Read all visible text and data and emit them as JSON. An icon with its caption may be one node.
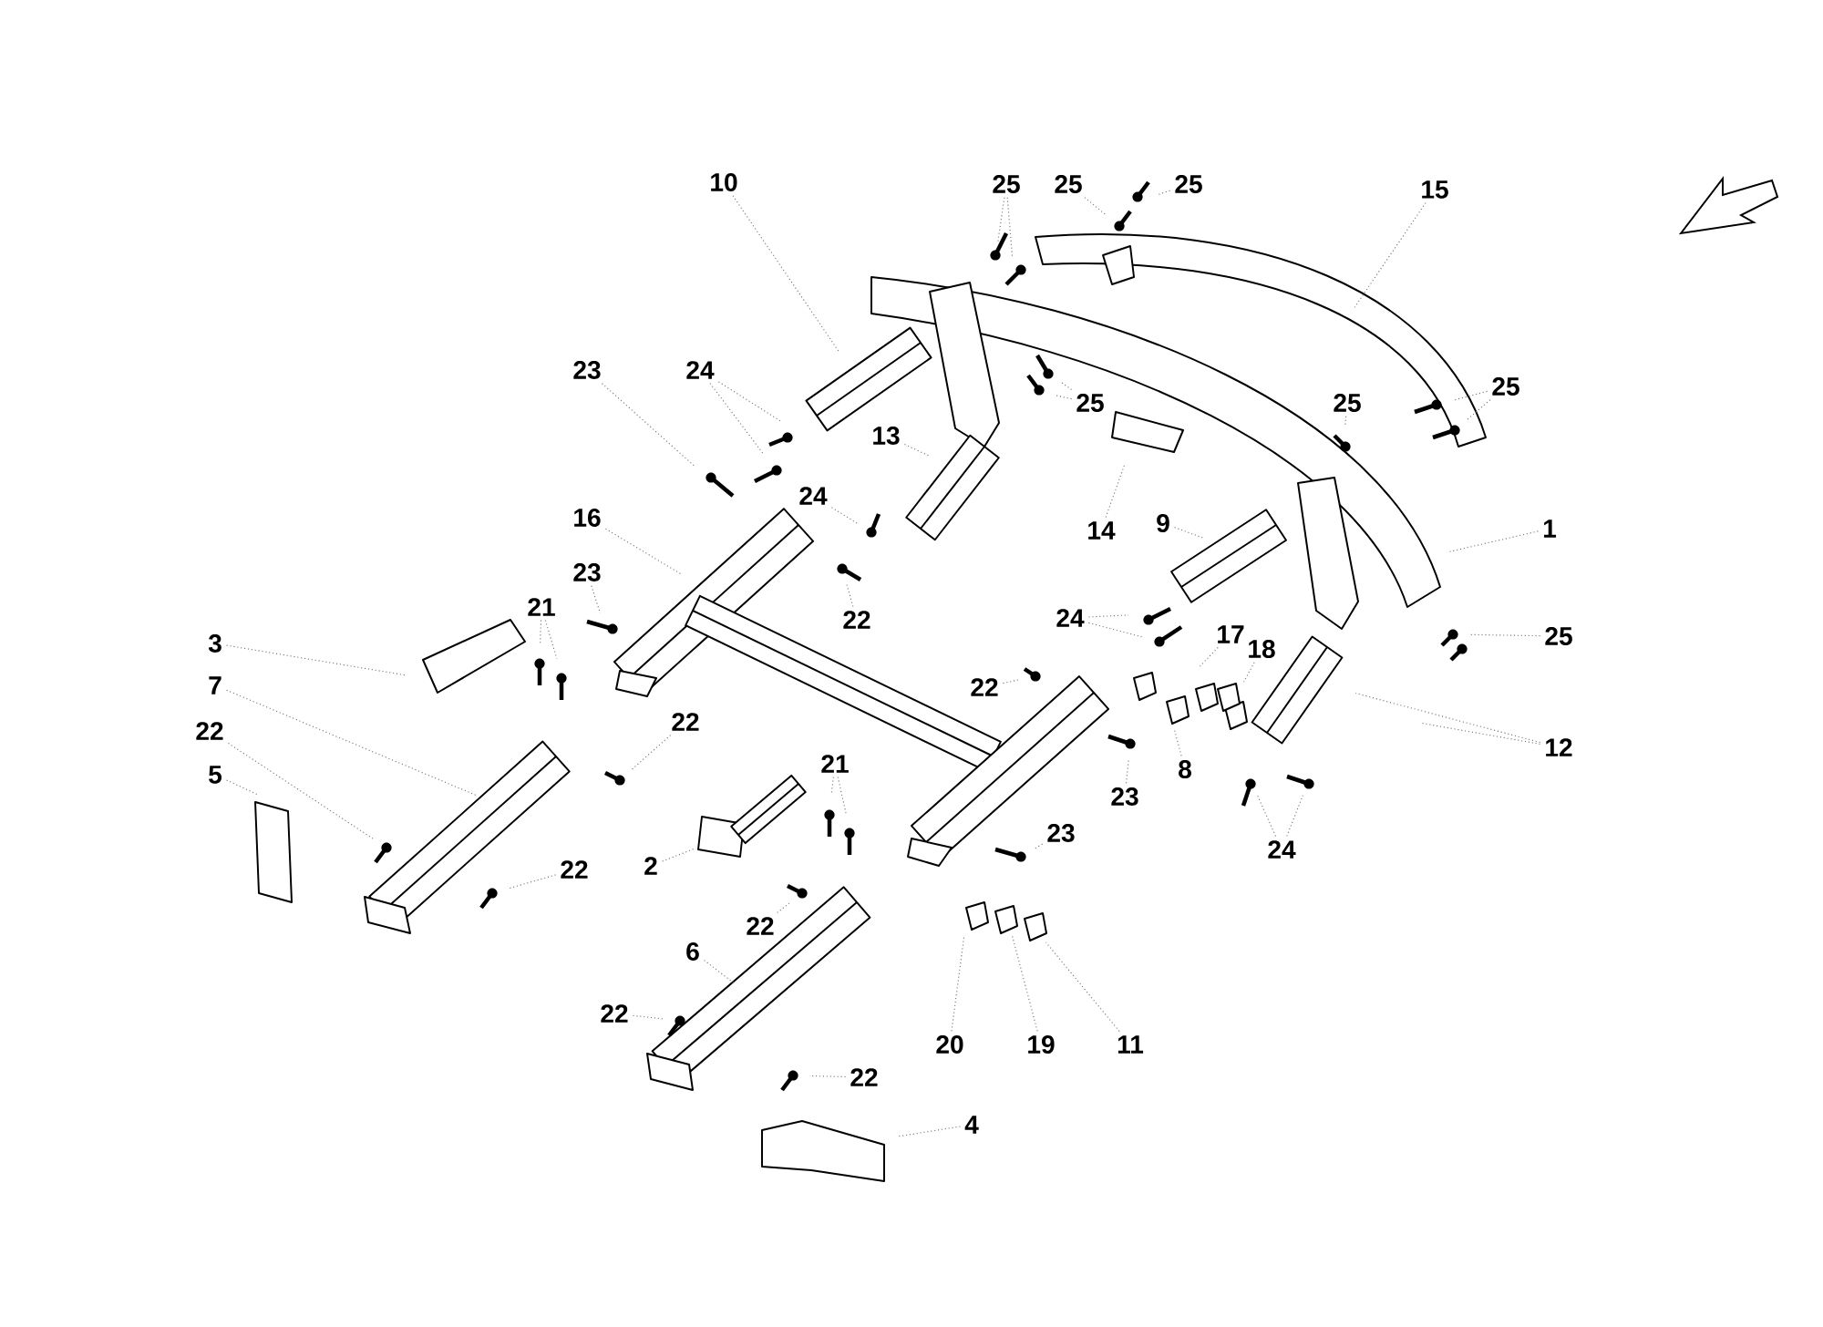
{
  "diagram": {
    "nodes": [
      {
        "text": [
          "10"
        ]
      },
      {
        "text": [
          "25"
        ]
      },
      {
        "text": [
          "25"
        ]
      },
      {
        "text": [
          "25"
        ]
      },
      {
        "text": [
          "15"
        ]
      },
      {
        "text": [
          "23"
        ]
      },
      {
        "text": [
          "24"
        ]
      },
      {
        "text": [
          "25"
        ]
      },
      {
        "text": [
          "13"
        ]
      },
      {
        "text": [
          "25"
        ]
      },
      {
        "text": [
          "25"
        ]
      },
      {
        "text": [
          "24"
        ]
      },
      {
        "text": [
          "16"
        ]
      },
      {
        "text": [
          "14"
        ]
      },
      {
        "text": [
          "9"
        ]
      },
      {
        "text": [
          "1"
        ]
      },
      {
        "text": [
          "23"
        ]
      },
      {
        "text": [
          "21"
        ]
      },
      {
        "text": [
          "22"
        ]
      },
      {
        "text": [
          "24"
        ]
      },
      {
        "text": [
          "3"
        ]
      },
      {
        "text": [
          "7"
        ]
      },
      {
        "text": [
          "17"
        ]
      },
      {
        "text": [
          "18"
        ]
      },
      {
        "text": [
          "25"
        ]
      },
      {
        "text": [
          "22"
        ]
      },
      {
        "text": [
          "22"
        ]
      },
      {
        "text": [
          "22"
        ]
      },
      {
        "text": [
          "8"
        ]
      },
      {
        "text": [
          "12"
        ]
      },
      {
        "text": [
          "5"
        ]
      },
      {
        "text": [
          "23"
        ]
      },
      {
        "text": [
          "21"
        ]
      },
      {
        "text": [
          "24"
        ]
      },
      {
        "text": [
          "2"
        ]
      },
      {
        "text": [
          "23"
        ]
      },
      {
        "text": [
          "22"
        ]
      },
      {
        "text": [
          "22"
        ]
      },
      {
        "text": [
          "6"
        ]
      },
      {
        "text": [
          "22"
        ]
      },
      {
        "text": [
          "20"
        ]
      },
      {
        "text": [
          "19"
        ]
      },
      {
        "text": [
          "11"
        ]
      },
      {
        "text": [
          "22"
        ]
      },
      {
        "text": [
          "4"
        ]
      }
    ],
    "edges": [
      {
        "from": 0,
        "to": null,
        "arrow": "none"
      },
      {
        "from": 1,
        "to": null,
        "arrow": "none"
      },
      {
        "from": 1,
        "to": null,
        "arrow": "none"
      },
      {
        "from": 2,
        "to": null,
        "arrow": "none"
      },
      {
        "from": 3,
        "to": null,
        "arrow": "none"
      },
      {
        "from": 4,
        "to": null,
        "arrow": "none"
      },
      {
        "from": 5,
        "to": null,
        "arrow": "none"
      },
      {
        "from": 6,
        "to": null,
        "arrow": "none"
      },
      {
        "from": 6,
        "to": null,
        "arrow": "none"
      },
      {
        "from": 7,
        "to": null,
        "arrow": "none"
      },
      {
        "from": 7,
        "to": null,
        "arrow": "none"
      },
      {
        "from": 8,
        "to": null,
        "arrow": "none"
      },
      {
        "from": 9,
        "to": null,
        "arrow": "none"
      },
      {
        "from": 10,
        "to": null,
        "arrow": "none"
      },
      {
        "from": 10,
        "to": null,
        "arrow": "none"
      },
      {
        "from": 11,
        "to": null,
        "arrow": "none"
      },
      {
        "from": 12,
        "to": null,
        "arrow": "none"
      },
      {
        "from": 13,
        "to": null,
        "arrow": "none"
      },
      {
        "from": 14,
        "to": null,
        "arrow": "none"
      },
      {
        "from": 15,
        "to": null,
        "arrow": "none"
      },
      {
        "from": 16,
        "to": null,
        "arrow": "none"
      },
      {
        "from": 17,
        "to": null,
        "arrow": "none"
      },
      {
        "from": 17,
        "to": null,
        "arrow": "none"
      },
      {
        "from": 18,
        "to": null,
        "arrow": "none"
      },
      {
        "from": 19,
        "to": null,
        "arrow": "none"
      },
      {
        "from": 19,
        "to": null,
        "arrow": "none"
      },
      {
        "from": 20,
        "to": null,
        "arrow": "none"
      },
      {
        "from": 21,
        "to": null,
        "arrow": "none"
      },
      {
        "from": 22,
        "to": null,
        "arrow": "none"
      },
      {
        "from": 23,
        "to": null,
        "arrow": "none"
      },
      {
        "from": 24,
        "to": null,
        "arrow": "none"
      },
      {
        "from": 25,
        "to": null,
        "arrow": "none"
      },
      {
        "from": 26,
        "to": null,
        "arrow": "none"
      },
      {
        "from": 27,
        "to": null,
        "arrow": "none"
      },
      {
        "from": 28,
        "to": null,
        "arrow": "none"
      },
      {
        "from": 29,
        "to": null,
        "arrow": "none"
      },
      {
        "from": 29,
        "to": null,
        "arrow": "none"
      },
      {
        "from": 30,
        "to": null,
        "arrow": "none"
      },
      {
        "from": 31,
        "to": null,
        "arrow": "none"
      },
      {
        "from": 32,
        "to": null,
        "arrow": "none"
      },
      {
        "from": 32,
        "to": null,
        "arrow": "none"
      },
      {
        "from": 33,
        "to": null,
        "arrow": "none"
      },
      {
        "from": 33,
        "to": null,
        "arrow": "none"
      },
      {
        "from": 34,
        "to": null,
        "arrow": "none"
      },
      {
        "from": 35,
        "to": null,
        "arrow": "none"
      },
      {
        "from": 36,
        "to": null,
        "arrow": "none"
      },
      {
        "from": 37,
        "to": null,
        "arrow": "none"
      },
      {
        "from": 38,
        "to": null,
        "arrow": "none"
      },
      {
        "from": 39,
        "to": null,
        "arrow": "none"
      },
      {
        "from": 40,
        "to": null,
        "arrow": "none"
      },
      {
        "from": 41,
        "to": null,
        "arrow": "none"
      },
      {
        "from": 42,
        "to": null,
        "arrow": "none"
      },
      {
        "from": 43,
        "to": null,
        "arrow": "none"
      },
      {
        "from": 44,
        "to": null,
        "arrow": "none"
      }
    ]
  }
}
